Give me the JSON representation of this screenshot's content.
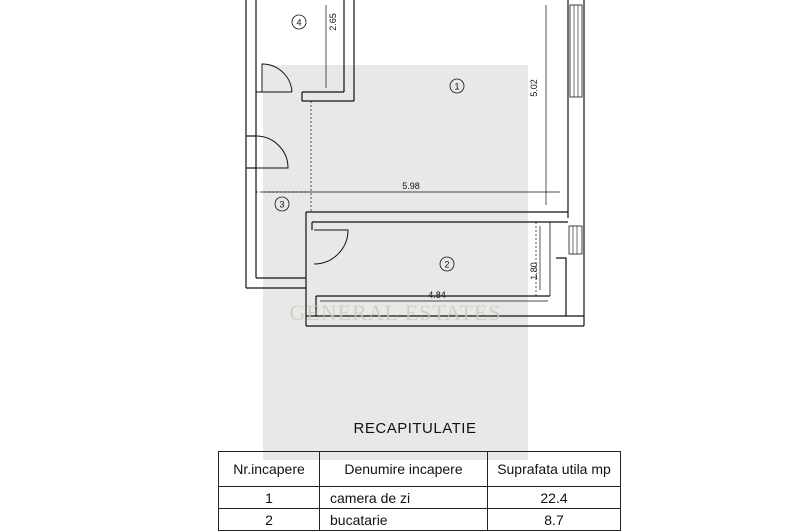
{
  "watermark": {
    "brand": "GENERAL ESTATES"
  },
  "plan": {
    "room_numbers": [
      "1",
      "2",
      "3",
      "4"
    ],
    "dimensions": {
      "room4_height": "2.65",
      "room1_height": "5.02",
      "room1_width": "5.98",
      "room2_height": "1.80",
      "room2_width": "4.84"
    }
  },
  "recap": {
    "title": "RECAPITULATIE",
    "headers": [
      "Nr.incapere",
      "Denumire incapere",
      "Suprafata utila mp"
    ],
    "rows": [
      {
        "nr": "1",
        "name": "camera de zi",
        "area": "22.4"
      },
      {
        "nr": "2",
        "name": "bucatarie",
        "area": "8.7"
      }
    ]
  }
}
